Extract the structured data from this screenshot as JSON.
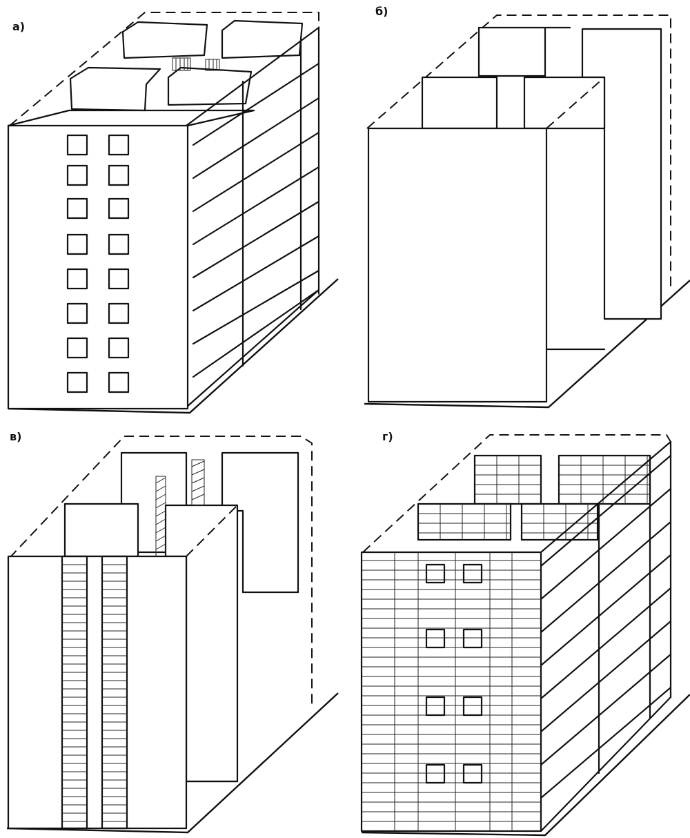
{
  "panels": [
    {
      "id": "a",
      "label": "a)"
    },
    {
      "id": "b",
      "label": "б)"
    },
    {
      "id": "c",
      "label": "в)"
    },
    {
      "id": "d",
      "label": "г)"
    }
  ]
}
